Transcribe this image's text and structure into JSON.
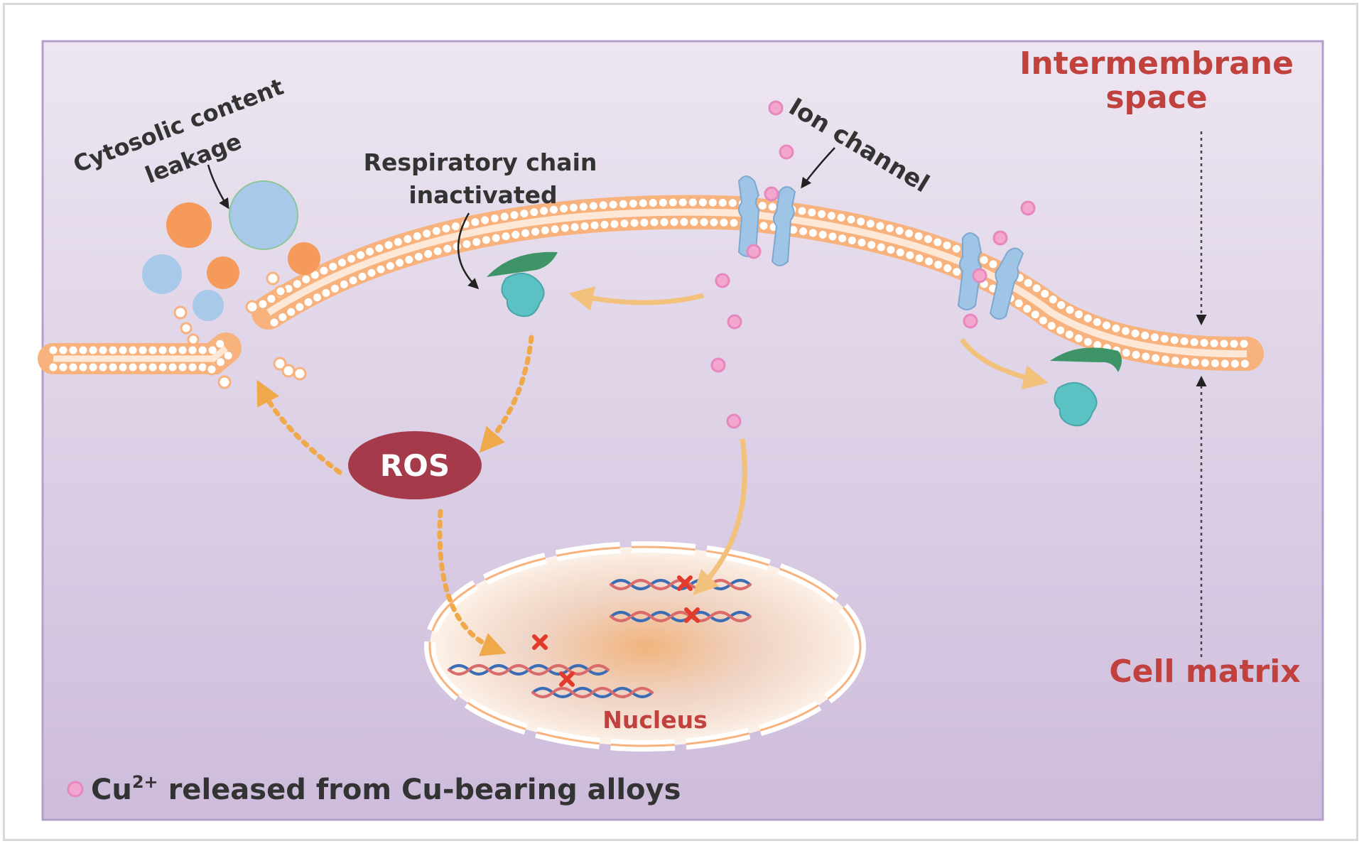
{
  "labels": {
    "cytosolic_line1": "Cytosolic content",
    "cytosolic_line2": "leakage",
    "respiratory_line1": "Respiratory chain",
    "respiratory_line2": "inactivated",
    "ion_channel": "Ion channel",
    "intermembrane_line1": "Intermembrane",
    "intermembrane_line2": "space",
    "cell_matrix": "Cell matrix",
    "ros": "ROS",
    "nucleus": "Nucleus"
  },
  "legend": {
    "prefix": "Cu",
    "superscript": "2+",
    "suffix": " released from Cu-bearing alloys"
  },
  "colors": {
    "background_top": "#ece4f0",
    "background_bottom": "#cfbedc",
    "border": "#b49fcc",
    "membrane": "#f7b27d",
    "ion": "#e787bd",
    "channel": "#9ec4e6",
    "arrow": "#f2c27d",
    "ros": "#a43a4a",
    "label_red": "#c0413d",
    "complex_green": "#3e9467",
    "complex_teal": "#5cc1c2",
    "dna_red": "#e23b2e"
  }
}
